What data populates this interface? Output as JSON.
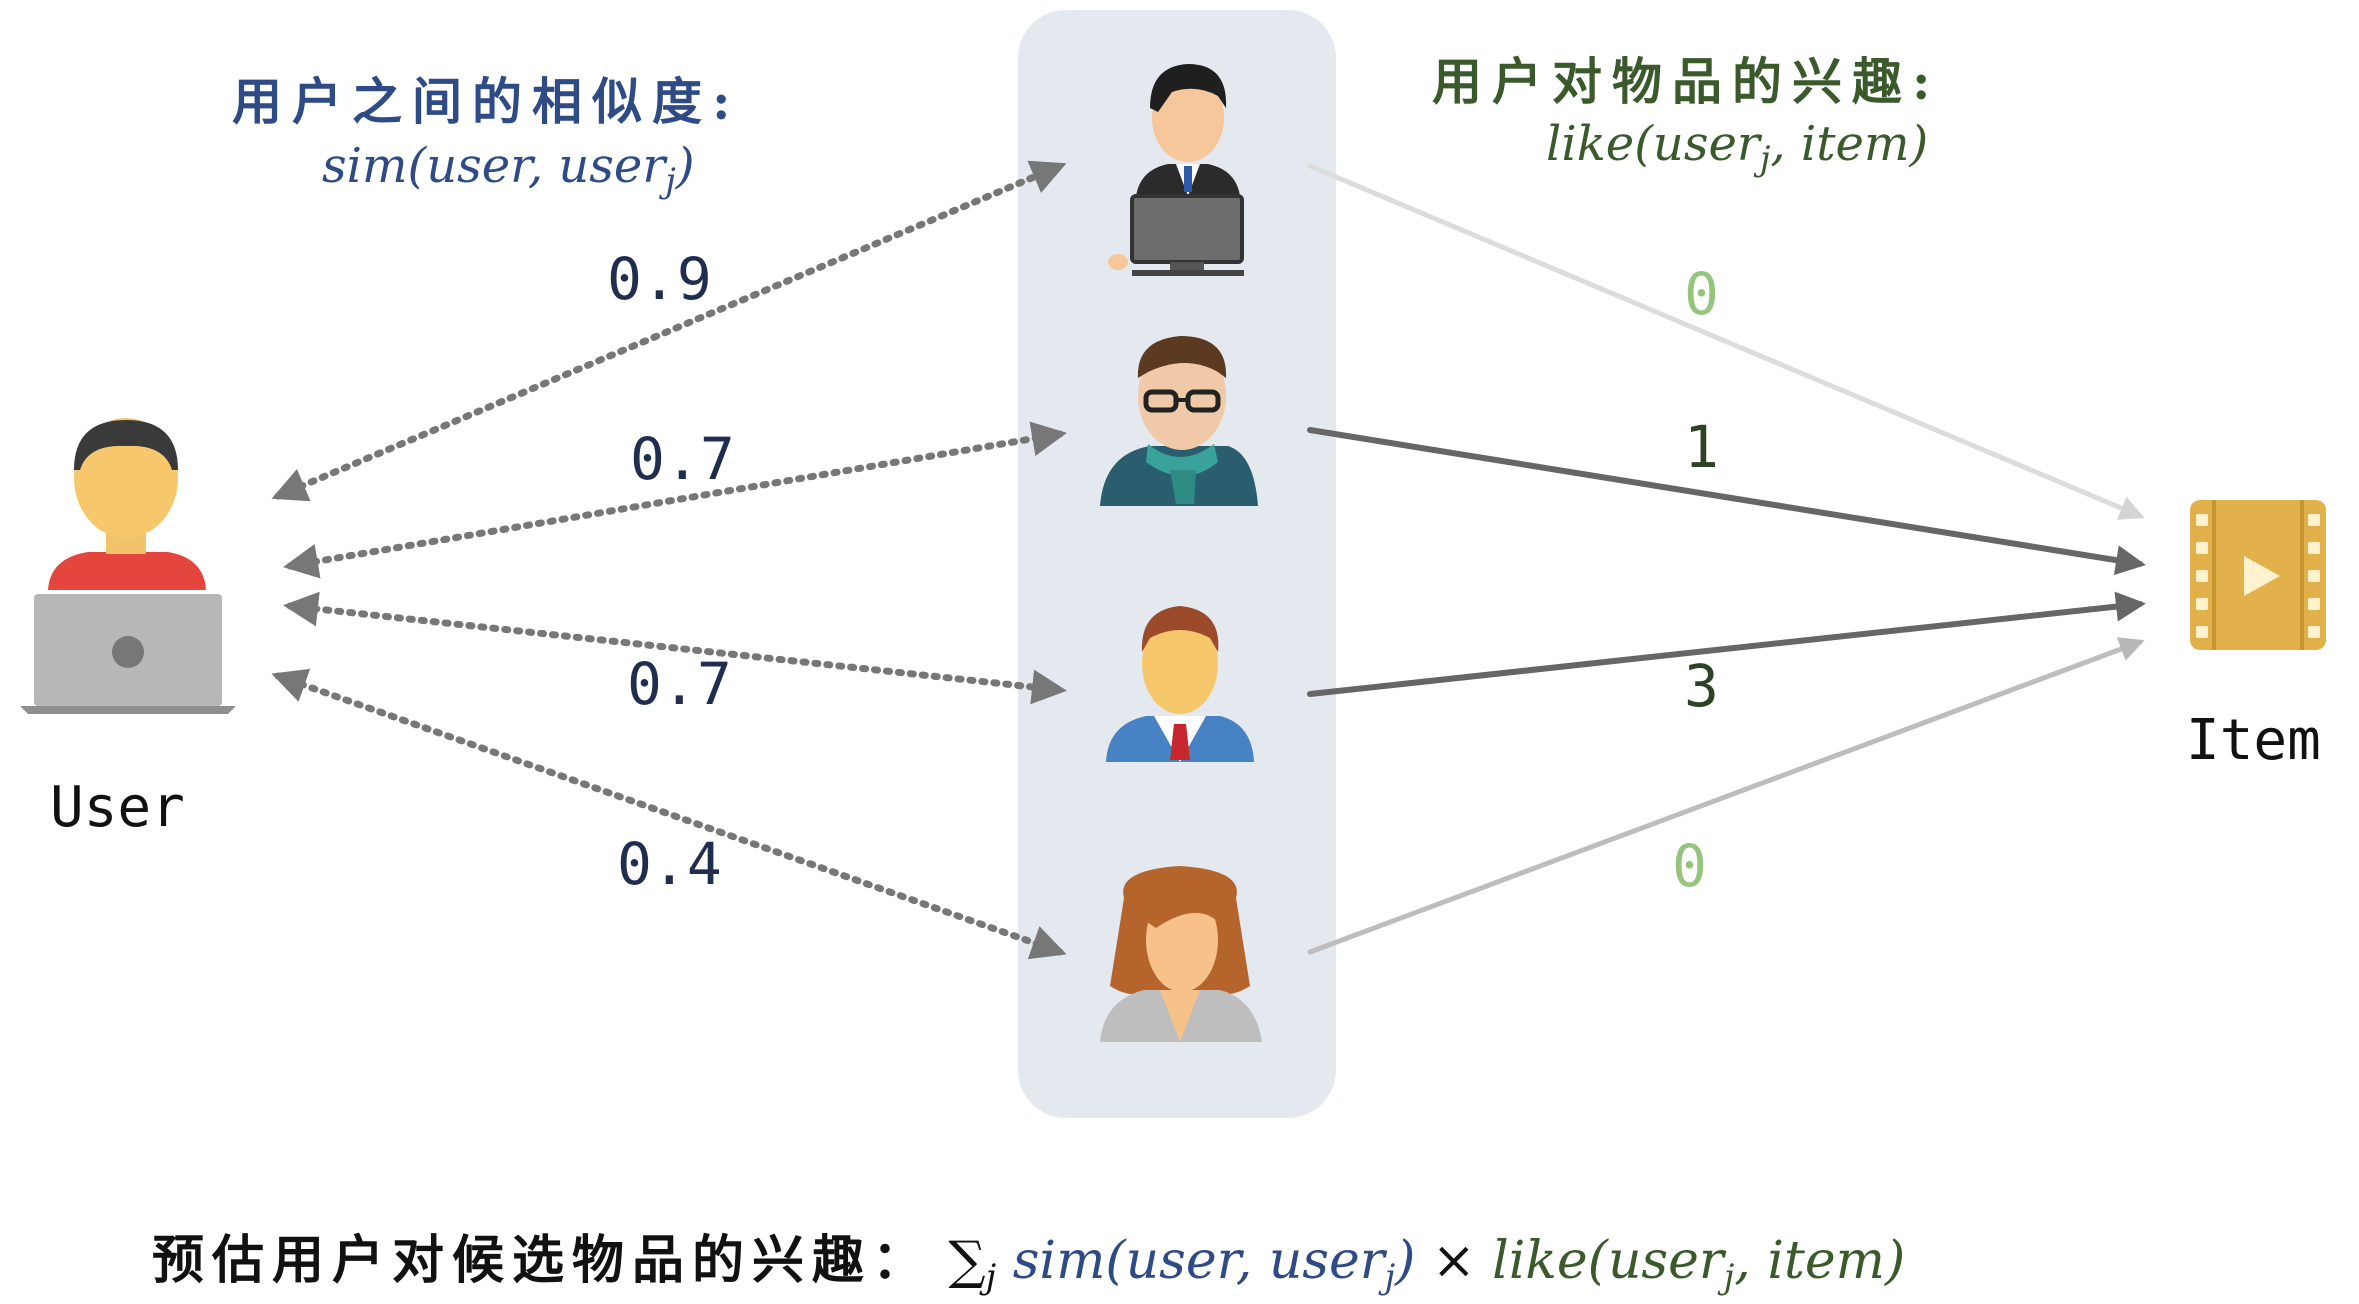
{
  "sim_heading": "用户之间的相似度:",
  "sim_formula": {
    "left": "sim(user, user",
    "sub": "j",
    "right": ")"
  },
  "like_heading": "用户对物品的兴趣:",
  "like_formula": {
    "left": "like(user",
    "sub": "j",
    "right": ", item)"
  },
  "user_label": "User",
  "item_label": "Item",
  "similarities": [
    "0.9",
    "0.7",
    "0.7",
    "0.4"
  ],
  "likes": [
    "0",
    "1",
    "3",
    "0"
  ],
  "bottom": {
    "label": "预估用户对候选物品的兴趣：",
    "sum": "∑",
    "sum_sub": "j",
    "sim_left": "sim(user, user",
    "sim_sub": "j",
    "sim_right": ")",
    "times": "×",
    "like_left": "like(user",
    "like_sub": "j",
    "like_right": ", item)"
  },
  "colors": {
    "sim_blue": "#2e4b86",
    "like_green": "#3a5a2c",
    "like_zero": "#95c47c",
    "panel": "#e4e8ef",
    "item_gold": "#e3b14b"
  },
  "icons": [
    "user-laptop-icon",
    "businessman-computer-icon",
    "man-glasses-scarf-icon",
    "man-tie-icon",
    "woman-icon",
    "video-item-icon"
  ]
}
